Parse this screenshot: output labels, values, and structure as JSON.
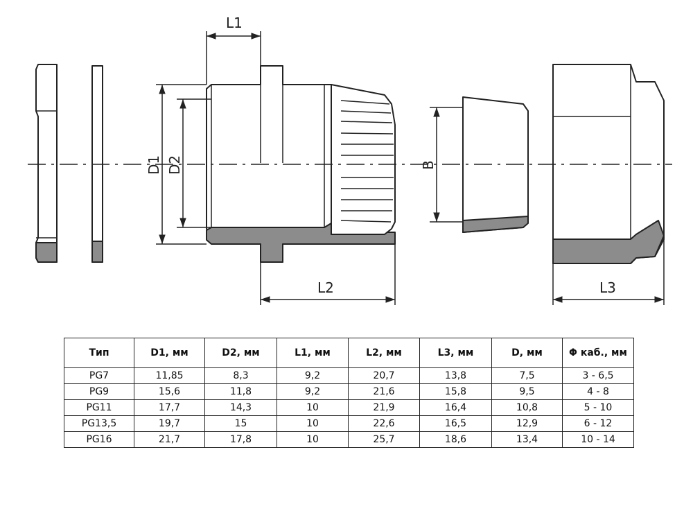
{
  "dimension_labels": {
    "L1": "L1",
    "L2": "L2",
    "L3": "L3",
    "D1": "D1",
    "D2": "D2",
    "B": "B"
  },
  "table": {
    "headers": [
      "Тип",
      "D1, мм",
      "D2, мм",
      "L1, мм",
      "L2, мм",
      "L3, мм",
      "D, мм",
      "Φ каб., мм"
    ],
    "rows": [
      [
        "PG7",
        "11,85",
        "8,3",
        "9,2",
        "20,7",
        "13,8",
        "7,5",
        "3 - 6,5"
      ],
      [
        "PG9",
        "15,6",
        "11,8",
        "9,2",
        "21,6",
        "15,8",
        "9,5",
        "4 - 8"
      ],
      [
        "PG11",
        "17,7",
        "14,3",
        "10",
        "21,9",
        "16,4",
        "10,8",
        "5 - 10"
      ],
      [
        "PG13,5",
        "19,7",
        "15",
        "10",
        "22,6",
        "16,5",
        "12,9",
        "6 - 12"
      ],
      [
        "PG16",
        "21,7",
        "17,8",
        "10",
        "25,7",
        "18,6",
        "13,4",
        "10 - 14"
      ]
    ]
  },
  "colors": {
    "line": "#222222",
    "section_fill": "#8c8c8c"
  }
}
